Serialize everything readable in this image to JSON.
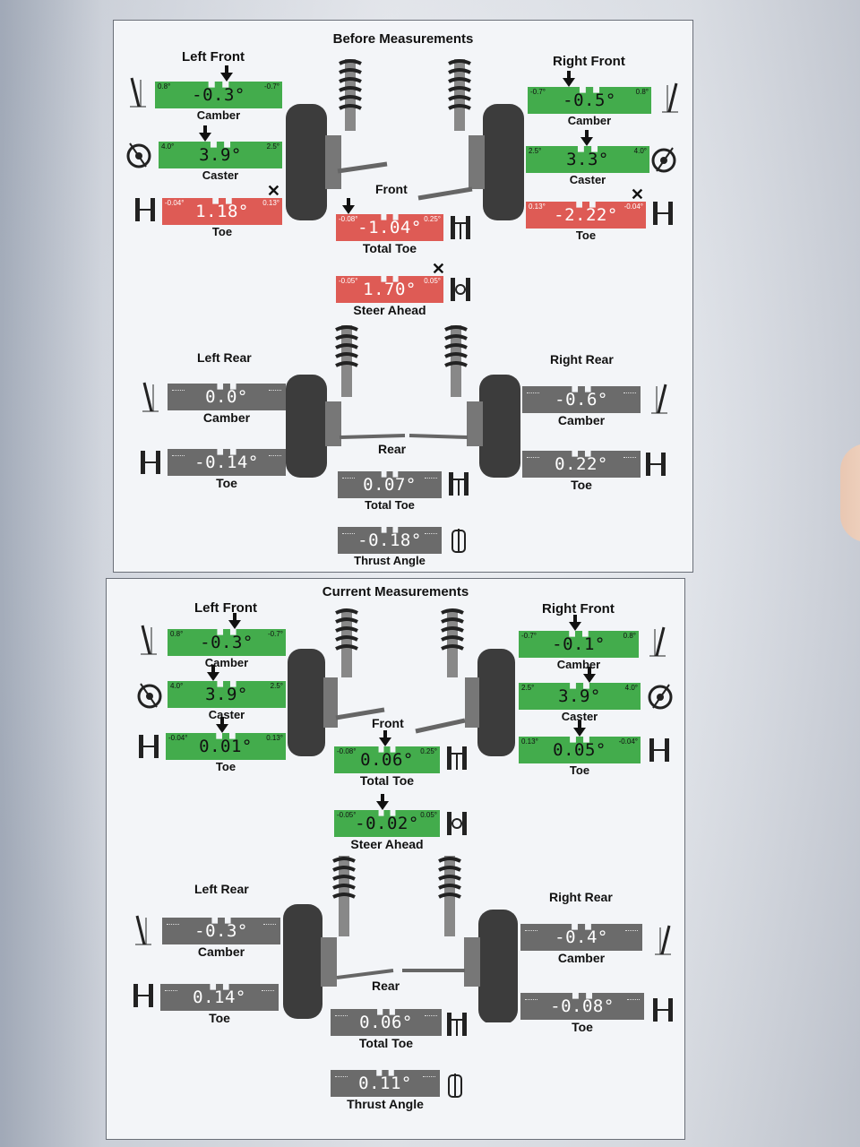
{
  "before": {
    "title": "Before Measurements",
    "left_front_label": "Left Front",
    "right_front_label": "Right Front",
    "front_label": "Front",
    "left_rear_label": "Left Rear",
    "right_rear_label": "Right Rear",
    "rear_label": "Rear",
    "lf_camber": {
      "value": "-0.3°",
      "min": "0.8°",
      "max": "-0.7°",
      "label": "Camber"
    },
    "lf_caster": {
      "value": "3.9°",
      "min": "4.0°",
      "max": "2.5°",
      "label": "Caster"
    },
    "lf_toe": {
      "value": "1.18°",
      "min": "-0.04°",
      "max": "0.13°",
      "label": "Toe"
    },
    "rf_camber": {
      "value": "-0.5°",
      "min": "-0.7°",
      "max": "0.8°",
      "label": "Camber"
    },
    "rf_caster": {
      "value": "3.3°",
      "min": "2.5°",
      "max": "4.0°",
      "label": "Caster"
    },
    "rf_toe": {
      "value": "-2.22°",
      "min": "0.13°",
      "max": "-0.04°",
      "label": "Toe"
    },
    "total_toe": {
      "value": "-1.04°",
      "min": "-0.08°",
      "max": "0.25°",
      "label": "Total Toe"
    },
    "steer_ahead": {
      "value": "1.70°",
      "min": "-0.05°",
      "max": "0.05°",
      "label": "Steer Ahead"
    },
    "lr_camber": {
      "value": "0.0°",
      "label": "Camber"
    },
    "lr_toe": {
      "value": "-0.14°",
      "label": "Toe"
    },
    "rr_camber": {
      "value": "-0.6°",
      "label": "Camber"
    },
    "rr_toe": {
      "value": "0.22°",
      "label": "Toe"
    },
    "rear_total_toe": {
      "value": "0.07°",
      "label": "Total Toe"
    },
    "thrust_angle": {
      "value": "-0.18°",
      "label": "Thrust Angle"
    }
  },
  "current": {
    "title": "Current Measurements",
    "left_front_label": "Left Front",
    "right_front_label": "Right Front",
    "front_label": "Front",
    "left_rear_label": "Left Rear",
    "right_rear_label": "Right Rear",
    "rear_label": "Rear",
    "lf_camber": {
      "value": "-0.3°",
      "min": "0.8°",
      "max": "-0.7°",
      "label": "Camber"
    },
    "lf_caster": {
      "value": "3.9°",
      "min": "4.0°",
      "max": "2.5°",
      "label": "Caster"
    },
    "lf_toe": {
      "value": "0.01°",
      "min": "-0.04°",
      "max": "0.13°",
      "label": "Toe"
    },
    "rf_camber": {
      "value": "-0.1°",
      "min": "-0.7°",
      "max": "0.8°",
      "label": "Camber"
    },
    "rf_caster": {
      "value": "3.9°",
      "min": "2.5°",
      "max": "4.0°",
      "label": "Caster"
    },
    "rf_toe": {
      "value": "0.05°",
      "min": "0.13°",
      "max": "-0.04°",
      "label": "Toe"
    },
    "total_toe": {
      "value": "0.06°",
      "min": "-0.08°",
      "max": "0.25°",
      "label": "Total Toe"
    },
    "steer_ahead": {
      "value": "-0.02°",
      "min": "-0.05°",
      "max": "0.05°",
      "label": "Steer Ahead"
    },
    "lr_camber": {
      "value": "-0.3°",
      "label": "Camber"
    },
    "lr_toe": {
      "value": "0.14°",
      "label": "Toe"
    },
    "rr_camber": {
      "value": "-0.4°",
      "label": "Camber"
    },
    "rr_toe": {
      "value": "-0.08°",
      "label": "Toe"
    },
    "rear_total_toe": {
      "value": "0.06°",
      "label": "Total Toe"
    },
    "thrust_angle": {
      "value": "0.11°",
      "label": "Thrust Angle"
    }
  },
  "colors": {
    "in_spec": "#43ac4c",
    "out_of_spec": "#de5b55",
    "no_spec": "#6b6b6b"
  },
  "icons": [
    "camber-icon",
    "caster-icon",
    "toe-icon",
    "total-toe-icon",
    "steer-ahead-icon",
    "thrust-angle-icon",
    "out-of-spec-x-icon",
    "pointer-arrow-icon",
    "wheel-strut-illustration"
  ]
}
